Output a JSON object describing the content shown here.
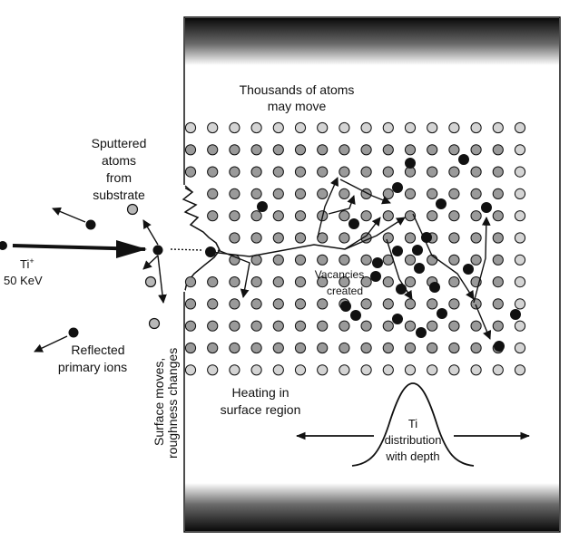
{
  "labels": {
    "thousands_line1": "Thousands of atoms",
    "thousands_line2": "may move",
    "sputtered_line1": "Sputtered",
    "sputtered_line2": "atoms",
    "sputtered_line3": "from",
    "sputtered_line4": "substrate",
    "ion_name": "Ti",
    "ion_charge": "+",
    "ion_energy": "50 KeV",
    "vacancies_line1": "Vacancies",
    "vacancies_line2": "created",
    "reflected_line1": "Reflected",
    "reflected_line2": "primary ions",
    "surface_line1": "Surface moves,",
    "surface_line2": "roughness changes",
    "heating_line1": "Heating in",
    "heating_line2": "surface region",
    "ti_dist_line1": "Ti",
    "ti_dist_line2": "distribution",
    "ti_dist_line3": "with depth"
  },
  "colors": {
    "atom_light": "#d4d4d4",
    "atom_dark": "#9a9a9a",
    "implanted_ti": "#111111",
    "ink": "#111111"
  }
}
